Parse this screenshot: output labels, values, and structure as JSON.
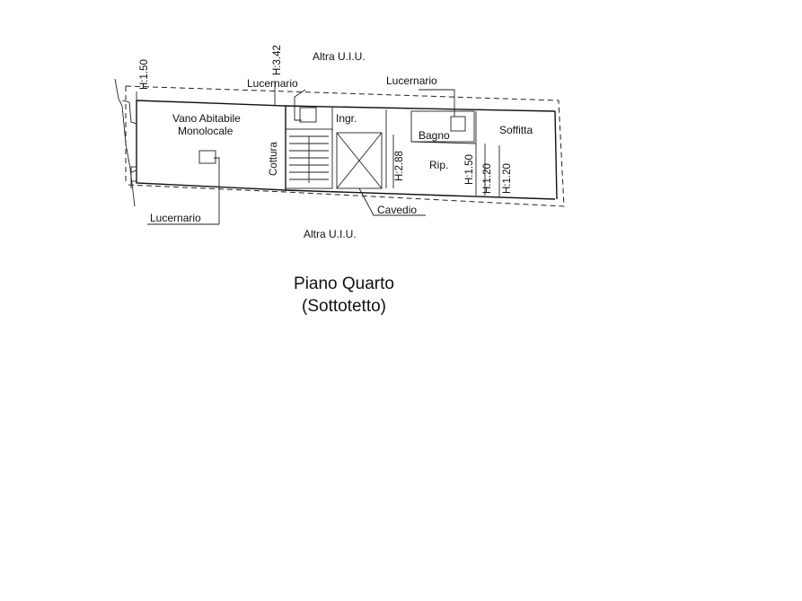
{
  "plan": {
    "labels": {
      "altra_top": "Altra U.I.U.",
      "altra_bottom": "Altra U.I.U.",
      "lucernario_1": "Lucernario",
      "lucernario_2": "Lucernario",
      "lucernario_3": "Lucernario",
      "vano_line1": "Vano Abitabile",
      "vano_line2": "Monolocale",
      "cottura": "Cottura",
      "ingr": "Ingr.",
      "bagno": "Bagno",
      "soffitta": "Soffitta",
      "rip": "Rip.",
      "cavedio": "Cavedio",
      "h_150_left": "H:1.50",
      "h_342": "H:3.42",
      "h_288": "H:2.88",
      "h_150_right": "H:1.50",
      "h_120_a": "H:1.20",
      "h_120_b": "H:1.20"
    },
    "title": "Piano Quarto",
    "subtitle": "(Sottotetto)"
  }
}
